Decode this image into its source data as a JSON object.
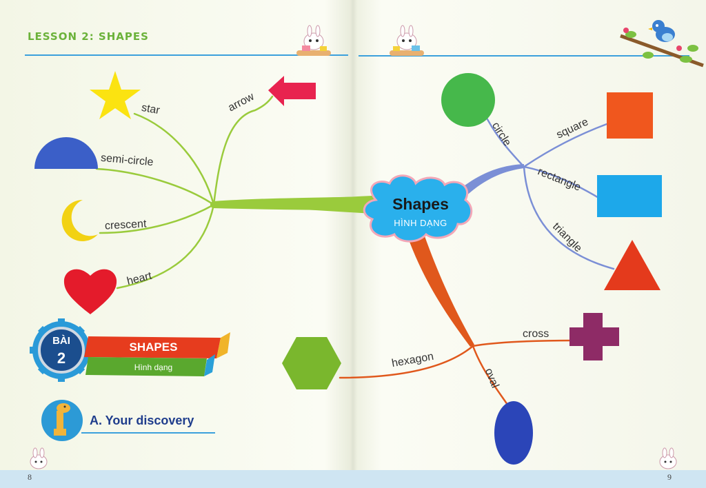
{
  "header": {
    "title": "LESSON 2: SHAPES"
  },
  "center": {
    "title": "Shapes",
    "subtitle": "HÌNH DẠNG"
  },
  "left_branches": {
    "star": "star",
    "arrow": "arrow",
    "semi_circle": "semi-circle",
    "crescent": "crescent",
    "heart": "heart"
  },
  "right_branches": {
    "circle": "circle",
    "square": "square",
    "rectangle": "rectangle",
    "triangle": "triangle",
    "cross": "cross",
    "hexagon": "hexagon",
    "oval": "oval"
  },
  "lesson_badge": {
    "label": "BÀI",
    "number": "2",
    "title": "SHAPES",
    "subtitle": "Hình dạng"
  },
  "discovery": {
    "title": "A. Your discovery"
  },
  "page_numbers": {
    "left": "8",
    "right": "9"
  },
  "colors": {
    "header_green": "#6bb23a",
    "left_branch": "#9acb3c",
    "right_top_branch": "#7b8fd6",
    "right_bottom_branch": "#e0581c",
    "cloud_blue": "#2ab0ec",
    "star": "#fbe311",
    "arrow": "#e8234f",
    "semi_circle": "#3b5fc8",
    "crescent": "#f2d214",
    "heart": "#e41b2b",
    "circle": "#46b84b",
    "square": "#f0571e",
    "rectangle": "#1da8ea",
    "triangle": "#e43a1c",
    "cross": "#8e2b66",
    "hexagon": "#7ab72d",
    "oval": "#2b45b8"
  }
}
